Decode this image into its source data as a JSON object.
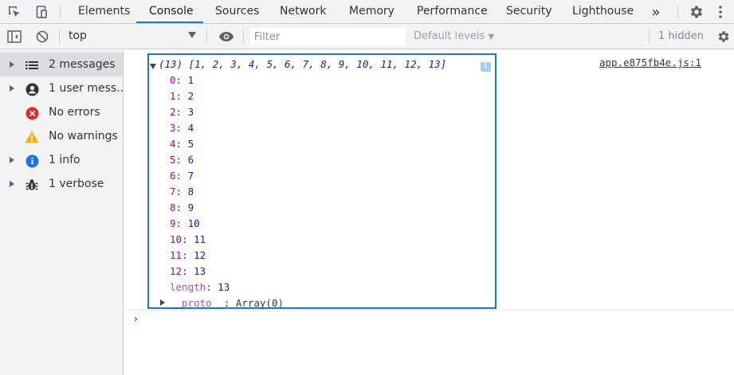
{
  "tabs": [
    "Elements",
    "Console",
    "Sources",
    "Network",
    "Memory",
    "Performance",
    "Security",
    "Lighthouse"
  ],
  "active_tab": "Console",
  "more_tabs_icon": "double-chevron-right-icon",
  "toolbar": {
    "context": "top",
    "filter_placeholder": "Filter",
    "levels": "Default levels",
    "hidden": "1 hidden"
  },
  "sidebar": {
    "items": [
      {
        "label": "2 messages",
        "icon": "list-icon",
        "expandable": true,
        "selected": true
      },
      {
        "label": "1 user mess...",
        "icon": "user-icon",
        "expandable": true,
        "selected": false
      },
      {
        "label": "No errors",
        "icon": "error-icon",
        "expandable": false,
        "selected": false
      },
      {
        "label": "No warnings",
        "icon": "warning-icon",
        "expandable": false,
        "selected": false
      },
      {
        "label": "1 info",
        "icon": "info-icon",
        "expandable": true,
        "selected": false
      },
      {
        "label": "1 verbose",
        "icon": "bug-icon",
        "expandable": true,
        "selected": false
      }
    ]
  },
  "console": {
    "source": "app.e875fb4e.js:1",
    "summary": "(13) [1, 2, 3, 4, 5, 6, 7, 8, 9, 10, 11, 12, 13]",
    "entries": [
      {
        "key": "0",
        "value": "1"
      },
      {
        "key": "1",
        "value": "2"
      },
      {
        "key": "2",
        "value": "3"
      },
      {
        "key": "3",
        "value": "4"
      },
      {
        "key": "4",
        "value": "5"
      },
      {
        "key": "5",
        "value": "6"
      },
      {
        "key": "6",
        "value": "7"
      },
      {
        "key": "7",
        "value": "8"
      },
      {
        "key": "8",
        "value": "9"
      },
      {
        "key": "9",
        "value": "10"
      },
      {
        "key": "10",
        "value": "11"
      },
      {
        "key": "11",
        "value": "12"
      },
      {
        "key": "12",
        "value": "13"
      }
    ],
    "length_key": "length",
    "length_value": "13",
    "proto_key": "__proto__",
    "proto_value": "Array(0)",
    "prompt": "›"
  },
  "colors": {
    "accent": "#1a73e8",
    "error": "#d93025",
    "warning": "#f9ab00",
    "info": "#1a73e8"
  }
}
